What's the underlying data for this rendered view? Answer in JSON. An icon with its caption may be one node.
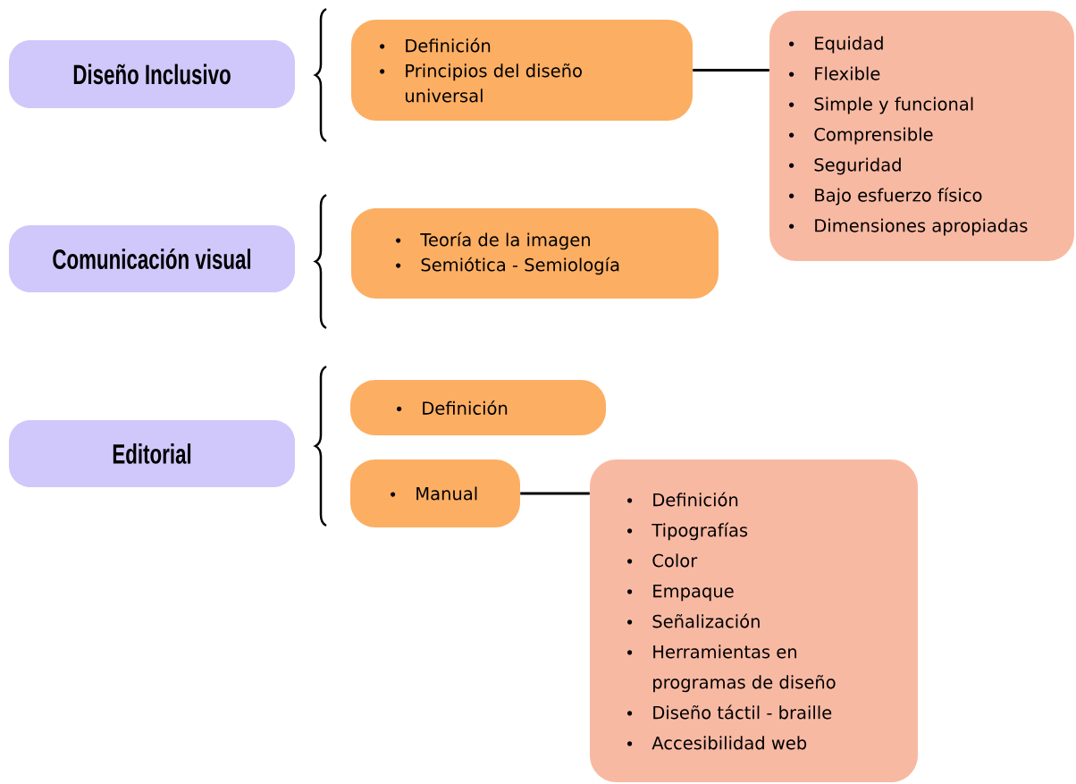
{
  "diagram": {
    "nodes": [
      {
        "text": [
          "Diseño Inclusivo"
        ]
      },
      {
        "text": [
          "Definición",
          "Principios del diseño universal"
        ]
      },
      {
        "text": [
          "Equidad",
          "Flexible",
          "Simple y funcional",
          "Comprensible",
          "Seguridad",
          "Bajo esfuerzo físico",
          "Dimensiones apropiadas"
        ]
      },
      {
        "text": [
          "Comunicación visual"
        ]
      },
      {
        "text": [
          "Teoría de la imagen",
          "Semiótica - Semiología"
        ]
      },
      {
        "text": [
          "Editorial"
        ]
      },
      {
        "text": [
          "Definición"
        ]
      },
      {
        "text": [
          "Manual"
        ]
      },
      {
        "text": [
          "Definición",
          "Tipografías",
          "Color",
          "Empaque",
          "Señalización",
          "Herramientas en programas de diseño",
          "Diseño táctil - braille",
          "Accesibilidad web"
        ]
      }
    ],
    "edges": [
      {
        "from": 1,
        "to": 2,
        "arrow": "none"
      },
      {
        "from": 7,
        "to": 8,
        "arrow": "none"
      }
    ]
  }
}
